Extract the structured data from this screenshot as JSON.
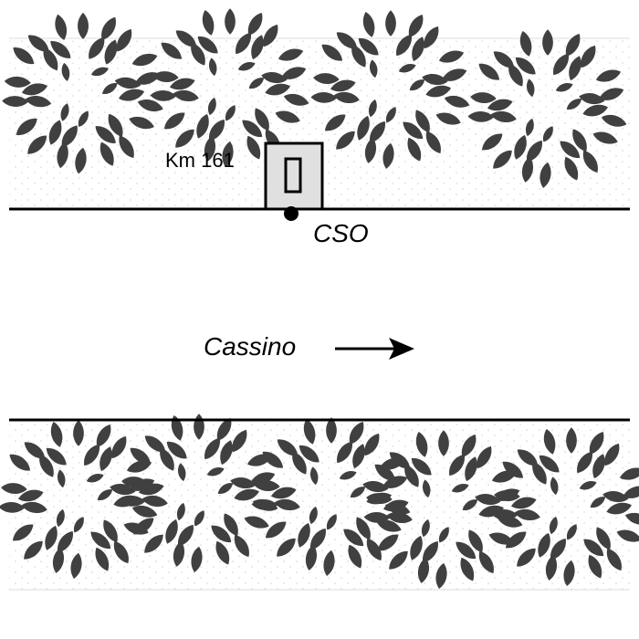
{
  "labels": {
    "marker": "Km 161",
    "station": "CSO",
    "direction": "Cassino"
  },
  "colors": {
    "road_line": "#000000",
    "tree_fill": "#404040",
    "ground_dots": "#c8c8c8",
    "booth_fill": "#e0e0e0"
  },
  "icons": {
    "tree": "tree-icon",
    "booth": "booth-icon",
    "sensor": "sensor-point-icon",
    "direction": "arrow-right-icon"
  }
}
